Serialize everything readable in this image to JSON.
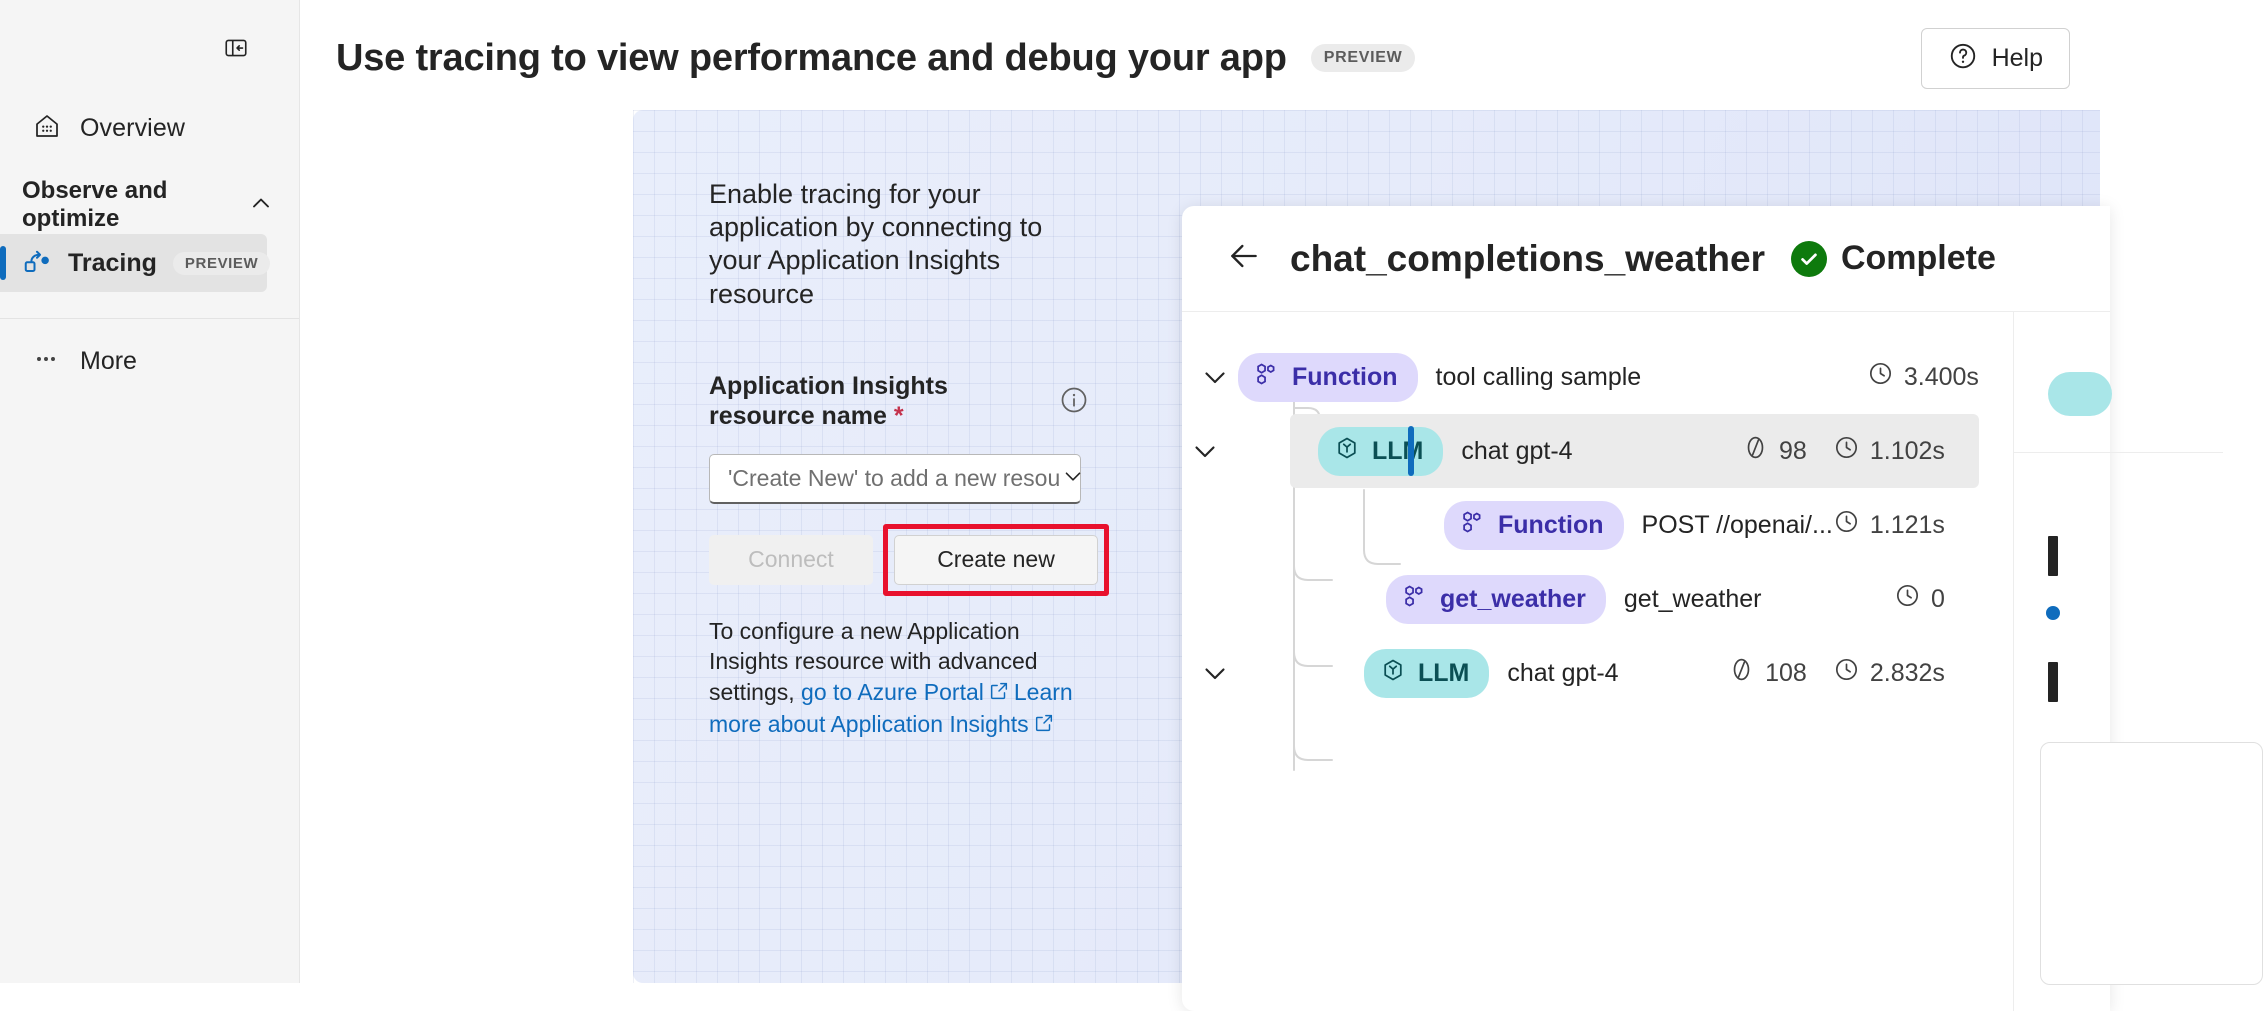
{
  "sidebar": {
    "collapse_icon": "panel-collapse-icon",
    "overview": {
      "label": "Overview",
      "icon": "home-icon"
    },
    "group": {
      "title": "Observe and optimize",
      "chevron": "chevron-up-icon"
    },
    "tracing": {
      "label": "Tracing",
      "badge": "PREVIEW",
      "icon": "tracing-icon"
    },
    "more": {
      "label": "More",
      "icon": "ellipsis-icon"
    }
  },
  "header": {
    "title": "Use tracing to view performance and debug your app",
    "badge": "PREVIEW",
    "help_label": "Help",
    "help_icon": "question-circle-icon"
  },
  "hero": {
    "blurb": "Enable tracing for your application by connecting to your Application Insights resource",
    "field_label": "Application Insights resource name",
    "required_marker": "*",
    "info_icon": "info-circle-icon",
    "select_value": "'Create New' to add a new resou",
    "select_chevron": "chevron-down-icon",
    "connect_label": "Connect",
    "create_label": "Create new",
    "helper_prefix": "To configure a new Application Insights resource with advanced settings, ",
    "helper_link_1": "go to Azure Portal",
    "helper_middle": " ",
    "helper_link_2": "Learn more about Application Insights",
    "external_icon": "external-link-icon",
    "highlight_color": "#e8112d"
  },
  "trace": {
    "back_icon": "arrow-left-icon",
    "name": "chat_completions_weather",
    "status": "Complete",
    "status_icon": "check-circle-icon",
    "status_color": "#0e7a0d",
    "rows": [
      {
        "chevron": "chevron-down-icon",
        "expandable": true,
        "tag": "Function",
        "tag_type": "function",
        "tag_icon": "function-nodes-icon",
        "label": "tool calling sample",
        "tokens": null,
        "duration": "3.400s",
        "clock_icon": "clock-icon",
        "token_icon": "token-icon",
        "indent": 0,
        "selected": false
      },
      {
        "chevron": "chevron-down-icon",
        "expandable": true,
        "tag": "LLM",
        "tag_type": "llm",
        "tag_icon": "cube-icon",
        "label": "chat gpt-4",
        "tokens": "98",
        "duration": "1.102s",
        "clock_icon": "clock-icon",
        "token_icon": "token-icon",
        "indent": 1,
        "selected": true
      },
      {
        "chevron": "",
        "expandable": false,
        "tag": "Function",
        "tag_type": "function",
        "tag_icon": "function-nodes-icon",
        "label": "POST //openai/...",
        "tokens": null,
        "duration": "1.121s",
        "clock_icon": "clock-icon",
        "token_icon": "token-icon",
        "indent": 2,
        "selected": false
      },
      {
        "chevron": "",
        "expandable": false,
        "tag": "get_weather",
        "tag_type": "function",
        "tag_icon": "function-nodes-icon",
        "label": "get_weather",
        "tokens": null,
        "duration": "0",
        "clock_icon": "clock-icon",
        "token_icon": "token-icon",
        "indent": 1,
        "selected": false
      },
      {
        "chevron": "chevron-down-icon",
        "expandable": true,
        "tag": "LLM",
        "tag_type": "llm",
        "tag_icon": "cube-icon",
        "label": "chat gpt-4",
        "tokens": "108",
        "duration": "2.832s",
        "clock_icon": "clock-icon",
        "token_icon": "token-icon",
        "indent": 1,
        "selected": false
      }
    ]
  }
}
